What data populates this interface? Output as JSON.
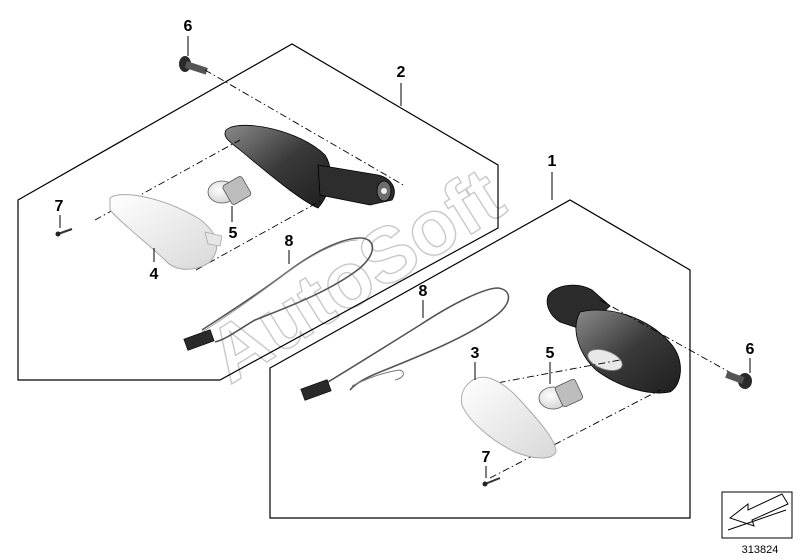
{
  "diagram": {
    "callouts": {
      "c1": "1",
      "c2": "2",
      "c3": "3",
      "c4": "4",
      "c5_top": "5",
      "c5_bottom": "5",
      "c6_top": "6",
      "c6_right": "6",
      "c7_left": "7",
      "c7_bottom": "7",
      "c8_top": "8",
      "c8_bottom": "8"
    },
    "watermark": "AutoSoft",
    "document_number": "313824",
    "icons": {
      "orientation": "direction-arrow-icon"
    }
  }
}
